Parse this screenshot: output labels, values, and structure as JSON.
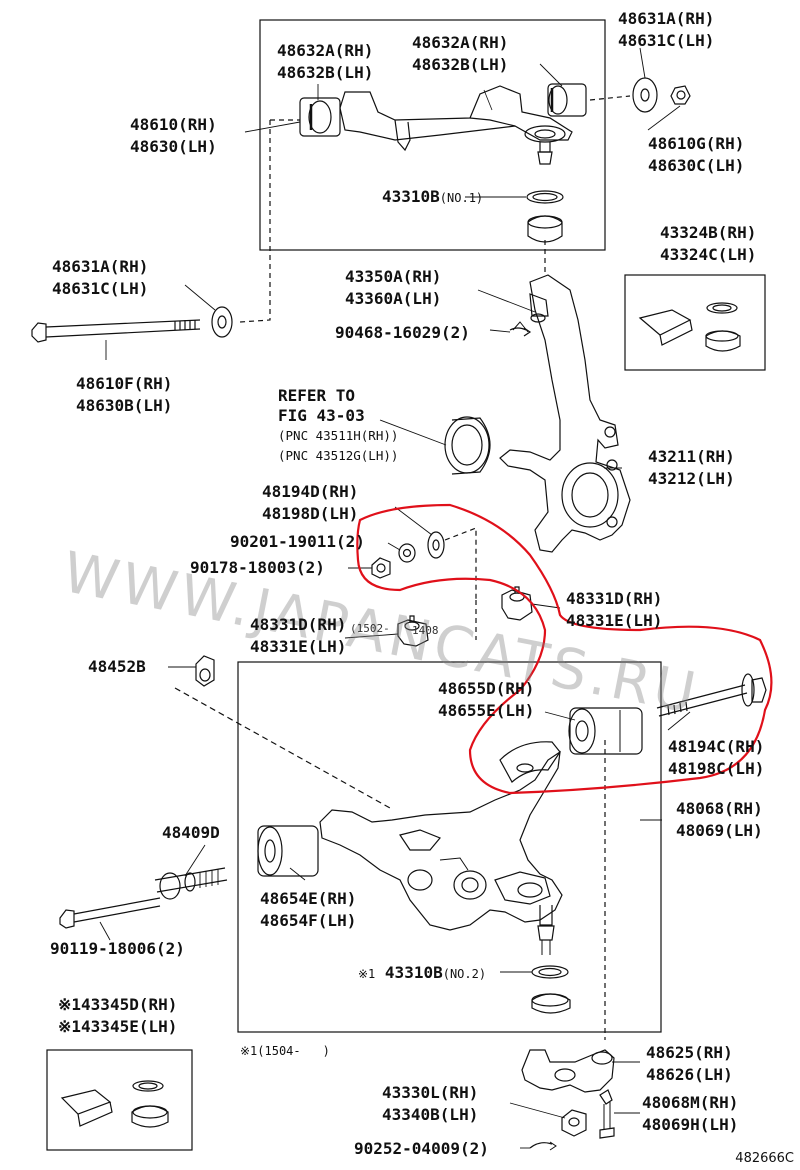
{
  "labels": {
    "upper_bushing_front": [
      "48632A(RH)",
      "48632B(LH)"
    ],
    "upper_bushing_rear": [
      "48632A(RH)",
      "48632B(LH)"
    ],
    "upper_cam_plate": [
      "48631A(RH)",
      "48631C(LH)"
    ],
    "upper_arm": [
      "48610(RH)",
      "48630(LH)"
    ],
    "upper_nut": [
      "48610G(RH)",
      "48630C(LH)"
    ],
    "upper_ball_joint": "43310B",
    "upper_ball_joint_no": "(NO.1)",
    "boot_kit": [
      "43324B(RH)",
      "43324C(LH)"
    ],
    "left_cam_plate": [
      "48631A(RH)",
      "48631C(LH)"
    ],
    "upper_bolt": [
      "48610F(RH)",
      "48630B(LH)"
    ],
    "ball_joint_nut": [
      "43350A(RH)",
      "43360A(LH)"
    ],
    "cotter_pin_upper": "90468-16029(2)",
    "refer": [
      "REFER TO",
      "FIG 43-03",
      "(PNC 43511H(RH))",
      "(PNC 43512G(LH))"
    ],
    "knuckle": [
      "43211(RH)",
      "43212(LH)"
    ],
    "lower_cam_plate": [
      "48194D(RH)",
      "48198D(LH)"
    ],
    "washer_1": "90201-19011(2)",
    "nut_1": "90178-18003(2)",
    "bump_stopper_right": [
      "48331D(RH)",
      "48331E(LH)"
    ],
    "bump_stopper_left": [
      "48331D(RH)",
      "48331E(LH)"
    ],
    "bump_small_note": "(1502-",
    "bump_small_note2": "1408",
    "lower_nut_48452": "48452B",
    "lower_bushing_rear": [
      "48655D(RH)",
      "48655E(LH)"
    ],
    "lower_bolt_cam": [
      "48194C(RH)",
      "48198C(LH)"
    ],
    "lower_arm": [
      "48068(RH)",
      "48069(LH)"
    ],
    "stabilizer_bushing": "48409D",
    "lower_bushing_front": [
      "48654E(RH)",
      "48654F(LH)"
    ],
    "lower_bolt": "90119-18006(2)",
    "lower_ball_joint_mark": "※1",
    "lower_ball_joint": "43310B",
    "lower_ball_joint_no": "(NO.2)",
    "boot_kit_lower": [
      "※143345D(RH)",
      "※143345E(LH)"
    ],
    "note_1": "※1(1504-",
    "note_1_close": ")",
    "lower_ball_joint_body": [
      "48625(RH)",
      "48626(LH)"
    ],
    "ball_joint_bolt": [
      "48068M(RH)",
      "48069H(LH)"
    ],
    "lower_ball_nut": [
      "43330L(RH)",
      "43340B(LH)"
    ],
    "cotter_pin_lower": "90252-04009(2)"
  },
  "watermark": "WWW.JAPANCATS.RU",
  "figure_code": "482666C",
  "colors": {
    "ink": "#111111",
    "highlight": "#e0101a",
    "watermark": "#8c8c8c"
  }
}
